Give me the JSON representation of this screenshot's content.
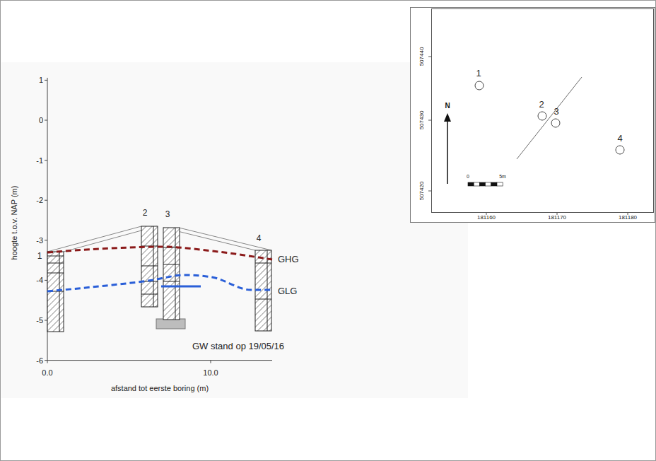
{
  "diagram": {
    "labels": [
      "1",
      "0",
      "-1",
      "-2",
      "-3",
      "-4",
      "-5",
      "-6",
      "hoogte t.o.v. NAP (m)",
      "0.0",
      "10.0",
      "afstand tot eerste boring (m)",
      "1",
      "2",
      "3",
      "4",
      "GHG",
      "GLG",
      "GW stand op 19/05/16",
      "507440",
      "507430",
      "507420",
      "181160",
      "181170",
      "181180",
      "N",
      "0",
      "5m",
      "1",
      "2",
      "3",
      "4"
    ]
  }
}
